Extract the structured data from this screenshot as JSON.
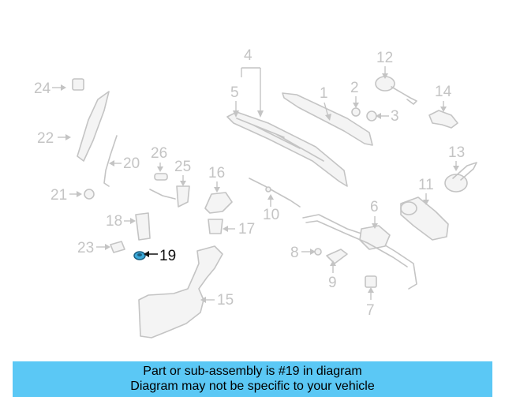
{
  "diagram": {
    "highlight_color": "#3aa8d8",
    "part_color": "#c4c4c4",
    "callouts": [
      "1",
      "2",
      "3",
      "4",
      "5",
      "6",
      "7",
      "8",
      "9",
      "10",
      "11",
      "12",
      "13",
      "14",
      "15",
      "16",
      "17",
      "18",
      "19",
      "20",
      "21",
      "22",
      "23",
      "24",
      "25",
      "26"
    ],
    "highlighted": "19"
  },
  "banner": {
    "background": "#5bc8f5",
    "line1": "Part or sub-assembly is #19 in diagram",
    "line2": "Diagram may not be specific to your vehicle"
  }
}
